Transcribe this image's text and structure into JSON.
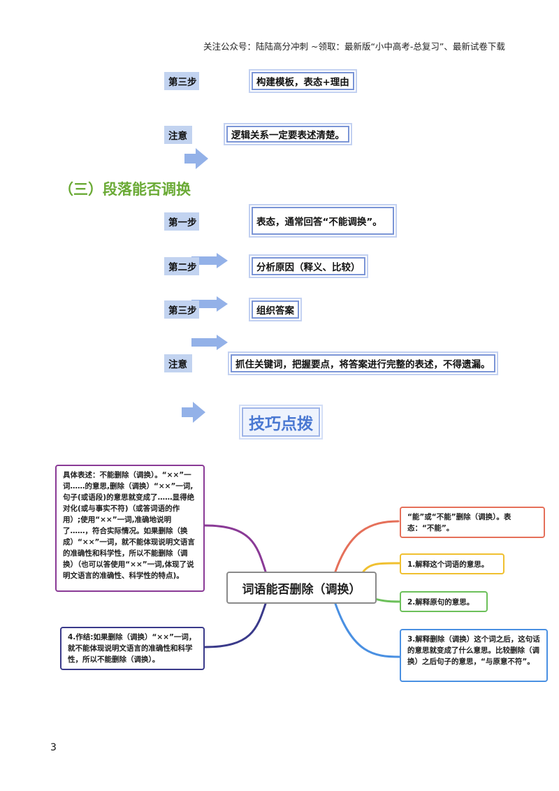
{
  "header": {
    "text": "关注公众号：陆陆高分冲刺  ~领取：最新版“小中高考-总复习”、最新试卷下载"
  },
  "top": {
    "step3_label": "第三步",
    "step3_text": "构建模板，表态+理由",
    "note_label": "注意",
    "note_text": "逻辑关系一定要表述清楚。"
  },
  "section3": {
    "title": "（三）段落能否调换",
    "step1_label": "第一步",
    "step1_text": "表态，通常回答“不能调换”。",
    "step2_label": "第二步",
    "step2_text": "分析原因（释义、比较）",
    "step3_label": "第三步",
    "step3_text": "组织答案",
    "note_label": "注意",
    "note_text": "抓住关键词，把握要点，将答案进行完整的表述，不得遗漏。"
  },
  "tips": {
    "title": "技巧点拨"
  },
  "mindmap": {
    "center": "词语能否删除（调换）",
    "node_left_top": "具体表述：不能删除（调换）。“××”一词……的意思,删除（调换）“××”一词,句子(或语段)的意思就变成了……显得绝对化(或与事实不符)（或答词语的作用）;使用“××”一词,准确地说明了……，符合实际情况。如果删除（换成）“××”一词，就不能体现说明文语言的准确性和科学性，所以不能删除（调换）（也可以答使用“××”一词,体现了说明文语言的准确性、科学性的特点)。",
    "node_left_bottom": "4.作结:如果删除（调换）“××”一词，就不能体现说明文语言的准确性和科学性，所以不能删除（调换）。",
    "node_right_1": "“能”或“不能”删除（调换）。表态：“不能”。",
    "node_right_2": "1.解释这个词语的意思。",
    "node_right_3": "2.解释原句的意思。",
    "node_right_4": "3.解释删除（调换）这个词之后，这句话的意思就变成了什么意思。比较删除（调换）之后句子的意思，“与原意不符”。",
    "colors": {
      "purple": "#8a3a96",
      "red": "#e5705a",
      "yellow": "#f0c030",
      "green": "#6cc05a",
      "blue": "#4a90e2",
      "navy": "#3a3a8a"
    }
  },
  "page_number": "3"
}
